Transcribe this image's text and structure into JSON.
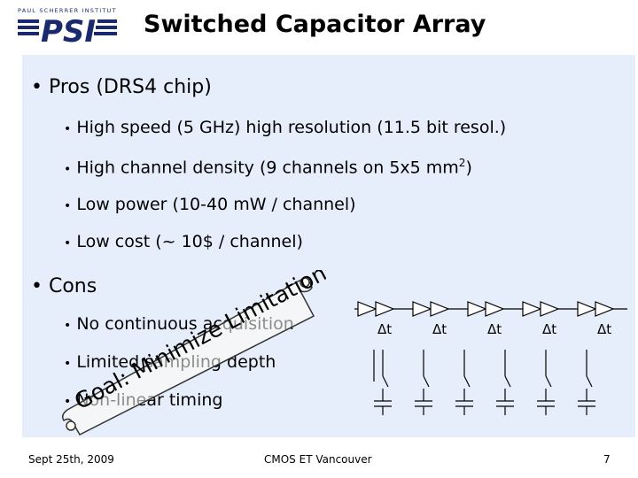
{
  "header": {
    "logo_text": "PAUL SCHERRER INSTITUT",
    "logo_mark": "PSI",
    "title": "Switched Capacitor Array"
  },
  "pros": {
    "heading": "Pros (DRS4 chip)",
    "items": [
      "High speed (5 GHz) high resolution (11.5 bit resol.)",
      "High channel density (9 channels on 5x5 mm",
      "Low power (10-40 mW / channel)",
      "Low cost (~ 10$ / channel)"
    ],
    "density_sup": "2",
    "density_close": ")"
  },
  "cons": {
    "heading": "Cons",
    "items": [
      "No continuous acquisition",
      "Limited sampling depth",
      "Non-linear timing"
    ]
  },
  "scroll": {
    "text": "Goal: Minimize Limitations"
  },
  "circuit": {
    "delay_label": "Δt"
  },
  "footer": {
    "date": "Sept 25th, 2009",
    "venue": "CMOS ET Vancouver",
    "page": "7"
  },
  "colors": {
    "panel_bg": "#e7eefb",
    "logo_blue": "#1a2a6c",
    "scroll_fill": "#fffdf5"
  }
}
